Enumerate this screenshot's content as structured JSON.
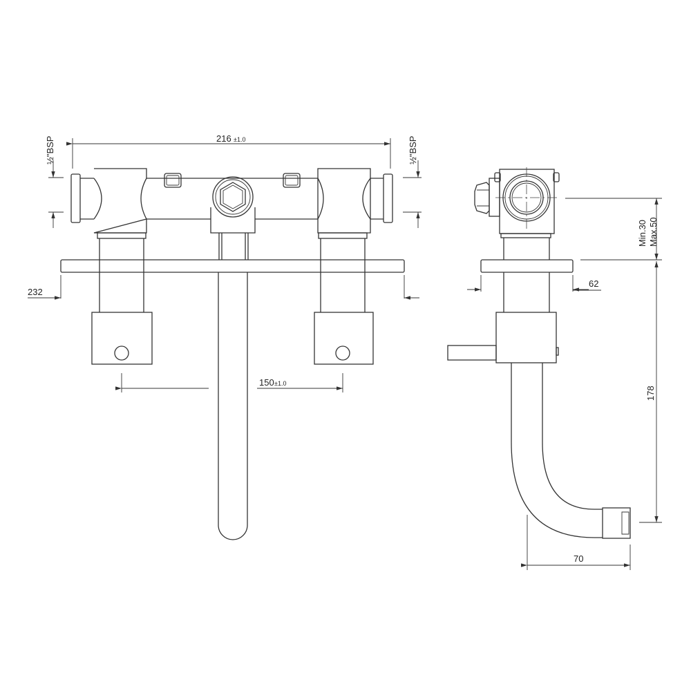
{
  "front_view": {
    "width_dim": {
      "value": "216",
      "tolerance": "±1.0"
    },
    "left_thread": {
      "fraction": "½",
      "label": "\"BSP"
    },
    "right_thread": {
      "fraction": "½",
      "label": "\"BSP"
    },
    "plate_width": "232",
    "centres_dim": {
      "value": "150",
      "tolerance": "±1.0"
    }
  },
  "side_view": {
    "wall_depth": {
      "min": "Min.30",
      "max": "Max.50"
    },
    "plate_height": "62",
    "spout_height": "178",
    "spout_projection": "70"
  },
  "colors": {
    "line": "#333333",
    "background": "#ffffff"
  }
}
